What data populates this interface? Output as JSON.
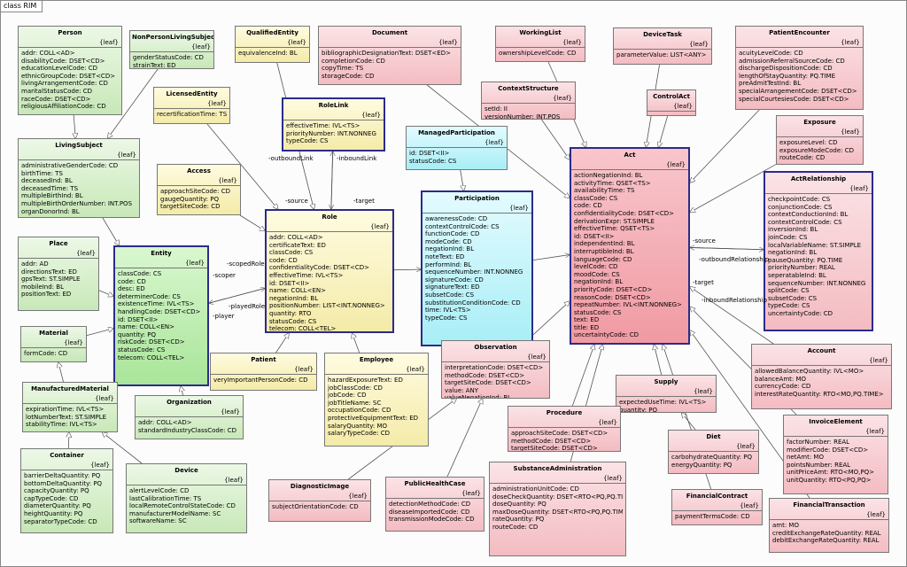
{
  "diagram_label": "class RIM",
  "stereotype": "{leaf}",
  "colors": {
    "pink": "#f3bcc2",
    "green": "#c8e8b8",
    "yellow": "#f4eba8",
    "cyan": "#a8eef6",
    "act": "#f19aa3",
    "highlight_border": "#2b2b8a"
  },
  "classes": [
    {
      "id": "person",
      "name": "Person",
      "attrs": [
        "addr:  COLL<AD>",
        "disabilityCode:  DSET<CD>",
        "educationLevelCode:  CD",
        "ethnicGroupCode:  DSET<CD>",
        "livingArrangementCode:  CD",
        "maritalStatusCode:  CD",
        "raceCode:  DSET<CD>",
        "religiousAffiliationCode:  CD"
      ]
    },
    {
      "id": "nonperson",
      "name": "NonPersonLivingSubject",
      "attrs": [
        "genderStatusCode:  CD",
        "strainText:  ED"
      ]
    },
    {
      "id": "qualified",
      "name": "QualifiedEntity",
      "attrs": [
        "equivalenceInd:  BL"
      ]
    },
    {
      "id": "document",
      "name": "Document",
      "attrs": [
        "bibliographicDesignationText:  DSET<ED>",
        "completionCode:  CD",
        "copyTime:  TS",
        "storageCode:  CD"
      ]
    },
    {
      "id": "workinglist",
      "name": "WorkingList",
      "attrs": [
        "ownershipLevelCode:  CD"
      ]
    },
    {
      "id": "devicetask",
      "name": "DeviceTask",
      "attrs": [
        "parameterValue:  LIST<ANY>"
      ]
    },
    {
      "id": "patientenc",
      "name": "PatientEncounter",
      "attrs": [
        "acuityLevelCode:  CD",
        "admissionReferralSourceCode:  CD",
        "dischargeDispositionCode:  CD",
        "lengthOfStayQuantity:  PQ.TIME",
        "preAdmitTestInd:  BL",
        "specialArrangementCode:  DSET<CD>",
        "specialCourtesiesCode:  DSET<CD>"
      ]
    },
    {
      "id": "licensed",
      "name": "LicensedEntity",
      "attrs": [
        "recertificationTime:  TS"
      ]
    },
    {
      "id": "rolelink",
      "name": "RoleLink",
      "attrs": [
        "effectiveTime:  IVL<TS>",
        "priorityNumber:  INT.NONNEG",
        "typeCode:  CS"
      ]
    },
    {
      "id": "contextstructure",
      "name": "ContextStructure",
      "attrs": [
        "setId:  II",
        "versionNumber:  INT.POS"
      ]
    },
    {
      "id": "controlact",
      "name": "ControlAct",
      "attrs": []
    },
    {
      "id": "exposure",
      "name": "Exposure",
      "attrs": [
        "exposureLevel:  CD",
        "exposureModeCode:  CD",
        "routeCode:  CD"
      ]
    },
    {
      "id": "livingsubject",
      "name": "LivingSubject",
      "attrs": [
        "administrativeGenderCode:  CD",
        "birthTime:  TS",
        "deceasedInd:  BL",
        "deceasedTime:  TS",
        "multipleBirthInd:  BL",
        "multipleBirthOrderNumber:  INT.POS",
        "organDonorInd:  BL"
      ]
    },
    {
      "id": "access",
      "name": "Access",
      "attrs": [
        "approachSiteCode:  CD",
        "gaugeQuantity:  PQ",
        "targetSiteCode:  CD"
      ]
    },
    {
      "id": "managedpart",
      "name": "ManagedParticipation",
      "attrs": [
        "id:  DSET<II>",
        "statusCode:  CS"
      ]
    },
    {
      "id": "act",
      "name": "Act",
      "attrs": [
        "actionNegationInd:  BL",
        "activityTime:  QSET<TS>",
        "availabilityTime:  TS",
        "classCode:  CS",
        "code:  CD",
        "confidentialityCode:  DSET<CD>",
        "derivationExpr:  ST.SIMPLE",
        "effectiveTime:  QSET<TS>",
        "id:  DSET<II>",
        "independentInd:  BL",
        "interruptibleInd:  BL",
        "languageCode:  CD",
        "levelCode:  CD",
        "moodCode:  CS",
        "negationInd:  BL",
        "priorityCode:  DSET<CD>",
        "reasonCode:  DSET<CD>",
        "repeatNumber:  IVL<INT.NONNEG>",
        "statusCode:  CS",
        "text:  ED",
        "title:  ED",
        "uncertaintyCode:  CD"
      ]
    },
    {
      "id": "actrel",
      "name": "ActRelationship",
      "attrs": [
        "checkpointCode:  CS",
        "conjunctionCode:  CS",
        "contextConductionInd:  BL",
        "contextControlCode:  CS",
        "inversionInd:  BL",
        "joinCode:  CS",
        "localVariableName:  ST.SIMPLE",
        "negationInd:  BL",
        "pauseQuantity:  PQ.TIME",
        "priorityNumber:  REAL",
        "seperatableInd:  BL",
        "sequenceNumber:  INT.NONNEG",
        "splitCode:  CS",
        "subsetCode:  CS",
        "typeCode:  CS",
        "uncertaintyCode:  CD"
      ]
    },
    {
      "id": "place",
      "name": "Place",
      "attrs": [
        "addr:  AD",
        "directionsText:  ED",
        "gpsText:  ST.SIMPLE",
        "mobileInd:  BL",
        "positionText:  ED"
      ]
    },
    {
      "id": "entity",
      "name": "Entity",
      "attrs": [
        "classCode:  CS",
        "code:  CD",
        "desc:  ED",
        "determinerCode:  CS",
        "existenceTime:  IVL<TS>",
        "handlingCode:  DSET<CD>",
        "id:  DSET<II>",
        "name:  COLL<EN>",
        "quantity:  PQ",
        "riskCode:  DSET<CD>",
        "statusCode:  CS",
        "telecom:  COLL<TEL>"
      ]
    },
    {
      "id": "role",
      "name": "Role",
      "attrs": [
        "addr:  COLL<AD>",
        "certificateText:  ED",
        "classCode:  CS",
        "code:  CD",
        "confidentialityCode:  DSET<CD>",
        "effectiveTime:  IVL<TS>",
        "id:  DSET<II>",
        "name:  COLL<EN>",
        "negationInd:  BL",
        "positionNumber:  LIST<INT.NONNEG>",
        "quantity:  RTO",
        "statusCode:  CS",
        "telecom:  COLL<TEL>"
      ]
    },
    {
      "id": "participation",
      "name": "Participation",
      "attrs": [
        "awarenessCode:  CD",
        "contextControlCode:  CS",
        "functionCode:  CD",
        "modeCode:  CD",
        "negationInd:  BL",
        "noteText:  ED",
        "performInd:  BL",
        "sequenceNumber:  INT.NONNEG",
        "signatureCode:  CD",
        "signatureText:  ED",
        "subsetCode:  CS",
        "substitutionConditionCode:  CD",
        "time:  IVL<TS>",
        "typeCode:  CS"
      ]
    },
    {
      "id": "material",
      "name": "Material",
      "attrs": [
        "formCode:  CD"
      ]
    },
    {
      "id": "patient",
      "name": "Patient",
      "attrs": [
        "veryImportantPersonCode:  CD"
      ]
    },
    {
      "id": "employee",
      "name": "Employee",
      "attrs": [
        "hazardExposureText:  ED",
        "jobClassCode:  CD",
        "jobCode:  CD",
        "jobTitleName:  SC",
        "occupationCode:  CD",
        "protectiveEquipmentText:  ED",
        "salaryQuantity:  MO",
        "salaryTypeCode:  CD"
      ]
    },
    {
      "id": "observation",
      "name": "Observation",
      "attrs": [
        "interpretationCode:  DSET<CD>",
        "methodCode:  DSET<CD>",
        "targetSiteCode:  DSET<CD>",
        "value:  ANY",
        "valueNegationInd:  BL"
      ]
    },
    {
      "id": "account",
      "name": "Account",
      "attrs": [
        "allowedBalanceQuantity:  IVL<MO>",
        "balanceAmt:  MO",
        "currencyCode:  CD",
        "interestRateQuantity:  RTO<MO,PQ.TIME>"
      ]
    },
    {
      "id": "manufmaterial",
      "name": "ManufacturedMaterial",
      "attrs": [
        "expirationTime:  IVL<TS>",
        "lotNumberText:  ST.SIMPLE",
        "stabilityTime:  IVL<TS>"
      ]
    },
    {
      "id": "supply",
      "name": "Supply",
      "attrs": [
        "expectedUseTime:  IVL<TS>",
        "quantity:  PQ"
      ]
    },
    {
      "id": "organization",
      "name": "Organization",
      "attrs": [
        "addr:  COLL<AD>",
        "standardIndustryClassCode:  CD"
      ]
    },
    {
      "id": "procedure",
      "name": "Procedure",
      "attrs": [
        "approachSiteCode:  DSET<CD>",
        "methodCode:  DSET<CD>",
        "targetSiteCode:  DSET<CD>"
      ]
    },
    {
      "id": "diet",
      "name": "Diet",
      "attrs": [
        "carbohydrateQuantity:  PQ",
        "energyQuantity:  PQ"
      ]
    },
    {
      "id": "invoice",
      "name": "InvoiceElement",
      "attrs": [
        "factorNumber:  REAL",
        "modifierCode:  DSET<CD>",
        "netAmt:  MO",
        "pointsNumber:  REAL",
        "unitPriceAmt:  RTO<MO,PQ>",
        "unitQuantity:  RTO<PQ,PQ>"
      ]
    },
    {
      "id": "container",
      "name": "Container",
      "attrs": [
        "barrierDeltaQuantity:  PQ",
        "bottomDeltaQuantity:  PQ",
        "capacityQuantity:  PQ",
        "capTypeCode:  CD",
        "diameterQuantity:  PQ",
        "heightQuantity:  PQ",
        "separatorTypeCode:  CD"
      ]
    },
    {
      "id": "device",
      "name": "Device",
      "attrs": [
        "alertLevelCode:  CD",
        "lastCalibrationTime:  TS",
        "localRemoteControlStateCode:  CD",
        "manufacturerModelName:  SC",
        "softwareName:  SC"
      ]
    },
    {
      "id": "substadmin",
      "name": "SubstanceAdministration",
      "attrs": [
        "administrationUnitCode:  CD",
        "doseCheckQuantity:  DSET<RTO<PQ,PQ.TIME>>",
        "doseQuantity:  PQ",
        "maxDoseQuantity:  DSET<RTO<PQ,PQ.TIME>>",
        "rateQuantity:  PQ",
        "routeCode:  CD"
      ]
    },
    {
      "id": "diagimage",
      "name": "DiagnosticImage",
      "attrs": [
        "subjectOrientationCode:  CD"
      ]
    },
    {
      "id": "publichealth",
      "name": "PublicHealthCase",
      "attrs": [
        "detectionMethodCode:  CD",
        "diseaseImportedCode:  CD",
        "transmissionModeCode:  CD"
      ]
    },
    {
      "id": "financialcontract",
      "name": "FinancialContract",
      "attrs": [
        "paymentTermsCode:  CD"
      ]
    },
    {
      "id": "financialtx",
      "name": "FinancialTransaction",
      "attrs": [
        "amt:  MO",
        "creditExchangeRateQuantity:  REAL",
        "debitExchangeRateQuantity:  REAL"
      ]
    }
  ],
  "edge_labels": {
    "outboundLink": "-outboundLink",
    "inboundLink": "-inboundLink",
    "source_rl": "-source",
    "target_rl": "-target",
    "scopedRole": "-scopedRole",
    "scoper": "-scoper",
    "playedRole": "-playedRole",
    "player": "-player",
    "source_ar": "-source",
    "outboundRelationship": "-outboundRelationship",
    "target_ar": "-target",
    "inboundRelationship": "-inboundRelationship"
  }
}
